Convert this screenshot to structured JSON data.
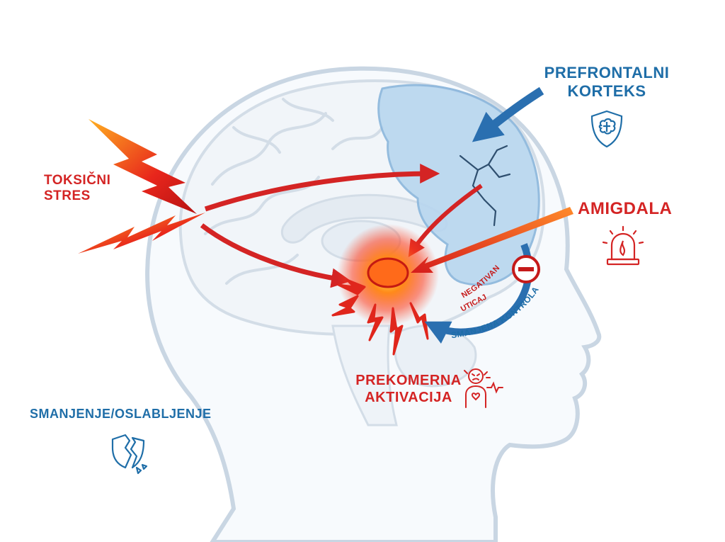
{
  "labels": {
    "toxic_stress": [
      "TOKSIČNI",
      "STRES"
    ],
    "prefrontal": [
      "PREFRONTALNI",
      "KORTEKS"
    ],
    "amygdala": "AMIGDALA",
    "overactivation": [
      "PREKOMERNA",
      "AKTIVACIJA"
    ],
    "weakening": "SMANJENJE/OSLABLJENJE",
    "negative_influence": [
      "NEGATIVAN",
      "UTICAJ"
    ],
    "reduced_control": "SMANJENA KONTROLA"
  },
  "colors": {
    "red": "#d42424",
    "blue": "#1f6ea8",
    "head_outline": "#c9d6e3",
    "pfc_fill": "#b8d6ef",
    "glow": "#ff7a1a"
  },
  "icons": {
    "prefrontal": "shield-brain-icon",
    "amygdala": "alarm-light-icon",
    "overactivation": "stressed-person-icon",
    "weakening": "broken-shield-icon",
    "minus": "minus-circle-icon"
  }
}
